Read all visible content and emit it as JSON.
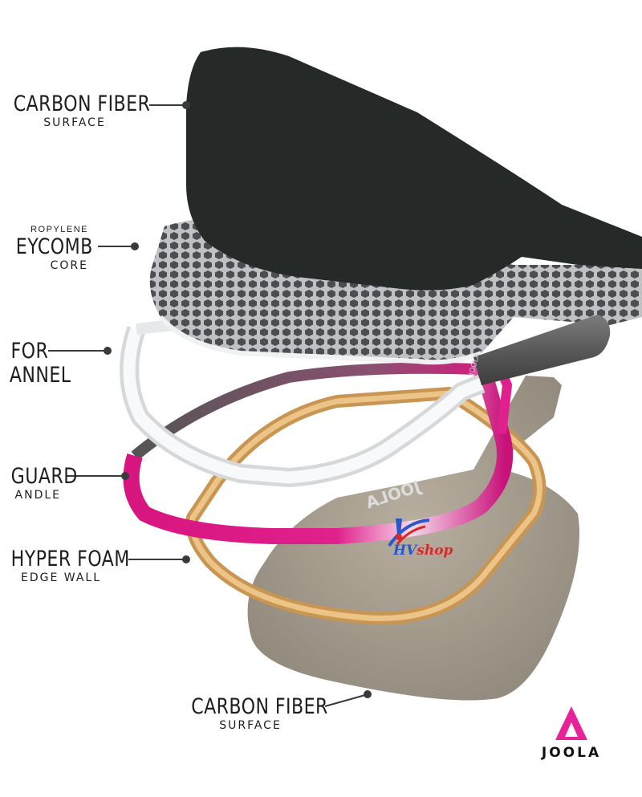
{
  "labels": {
    "carbon_top": {
      "main": "CARBON FIBER",
      "sub": "SURFACE"
    },
    "honeycomb": {
      "pre": "ROPYLENE",
      "main": "EYCOMB",
      "sub": "CORE"
    },
    "channel": {
      "main1": "FOR",
      "main2": "ANNEL"
    },
    "guard": {
      "main": "GUARD",
      "sub": "ANDLE"
    },
    "foam": {
      "main": "HYPER FOAM",
      "sub": "EDGE WALL"
    },
    "carbon_bottom": {
      "main": "CARBON FIBER",
      "sub": "SURFACE"
    }
  },
  "paddle_mark": "JOOLA",
  "grip_mark": "JOOLA",
  "brand": {
    "name": "JOOLA",
    "colors": {
      "mark": "#e8239a",
      "text": "#111111"
    }
  },
  "watermark": {
    "hv": "HV",
    "shop": "shop"
  },
  "colors": {
    "carbon_surface": "#252a28",
    "honeycomb": "#6b6d70",
    "channel": "#f2f3f4",
    "edge_guard": "#d81b86",
    "hyper_foam": "#d9a45c",
    "bottom_surface": "#a59d90",
    "leader_line": "#3a3a3a"
  }
}
